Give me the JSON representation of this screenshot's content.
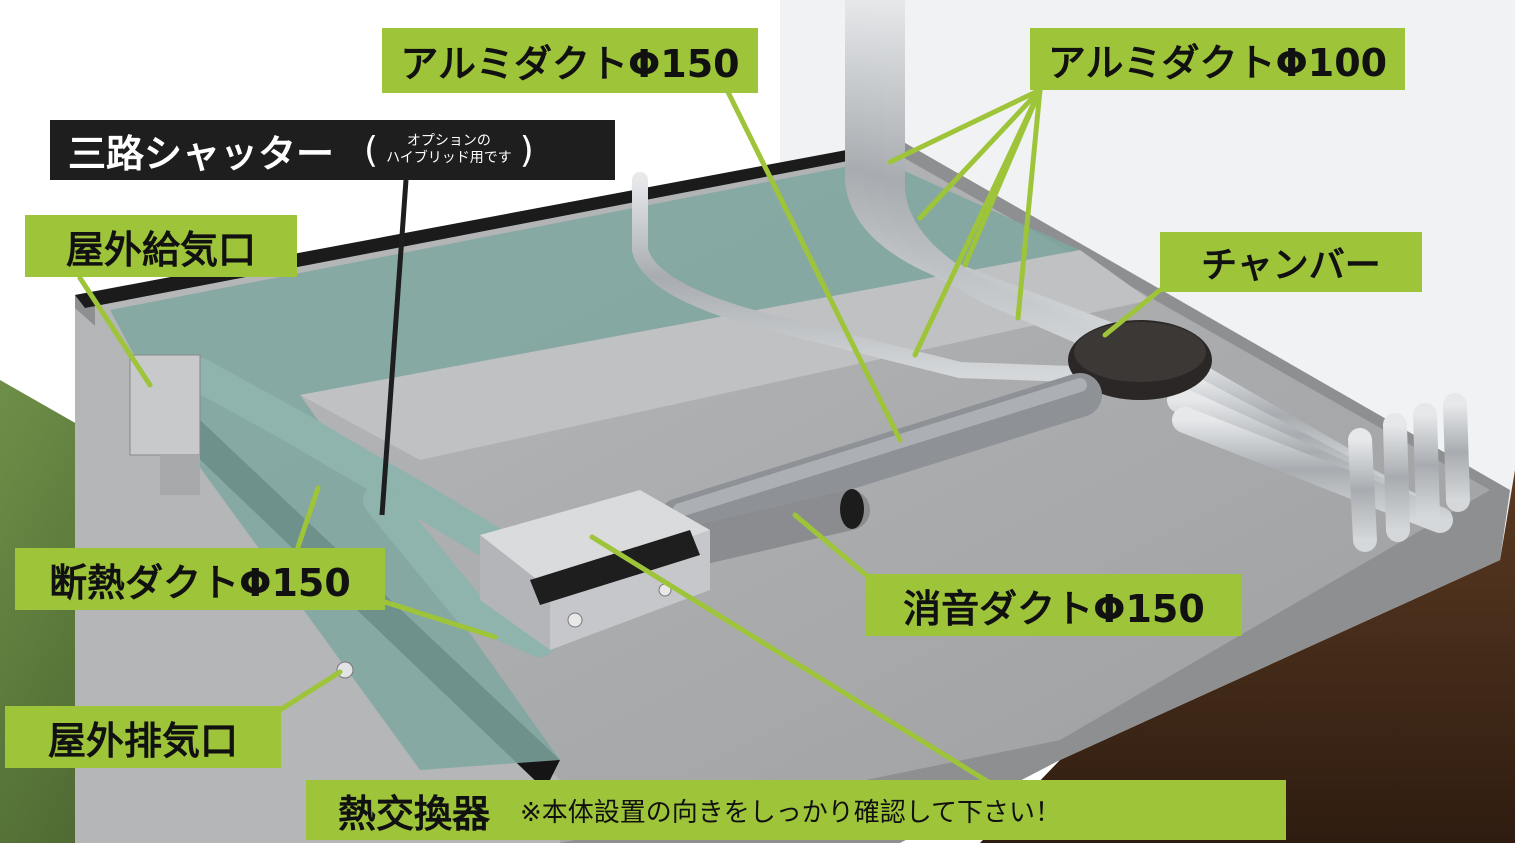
{
  "labels": {
    "alum150": "アルミダクトΦ150",
    "alum100": "アルミダクトΦ100",
    "shutter_main": "三路シャッター",
    "shutter_paren_open": "(",
    "shutter_note_line1": "オプションの",
    "shutter_note_line2": "ハイブリッド用です",
    "shutter_paren_close": ")",
    "outdoor_supply": "屋外給気口",
    "chamber": "チャンバー",
    "insulated_duct": "断熱ダクトΦ150",
    "silencer_duct": "消音ダクトΦ150",
    "outdoor_exhaust": "屋外排気口",
    "heat_exchanger": "熱交換器",
    "heat_exchanger_note": "※本体設置の向きをしっかり確認して下さい！"
  },
  "colors": {
    "label_bg": "#9ec43a",
    "leader_line": "#9ec43a",
    "dark_label_bg": "#1e1e1e",
    "floor": "#a9abad",
    "insulation": "#7fa7a0",
    "soil": "#4a2e1c",
    "grass": "#5a7a3a"
  }
}
